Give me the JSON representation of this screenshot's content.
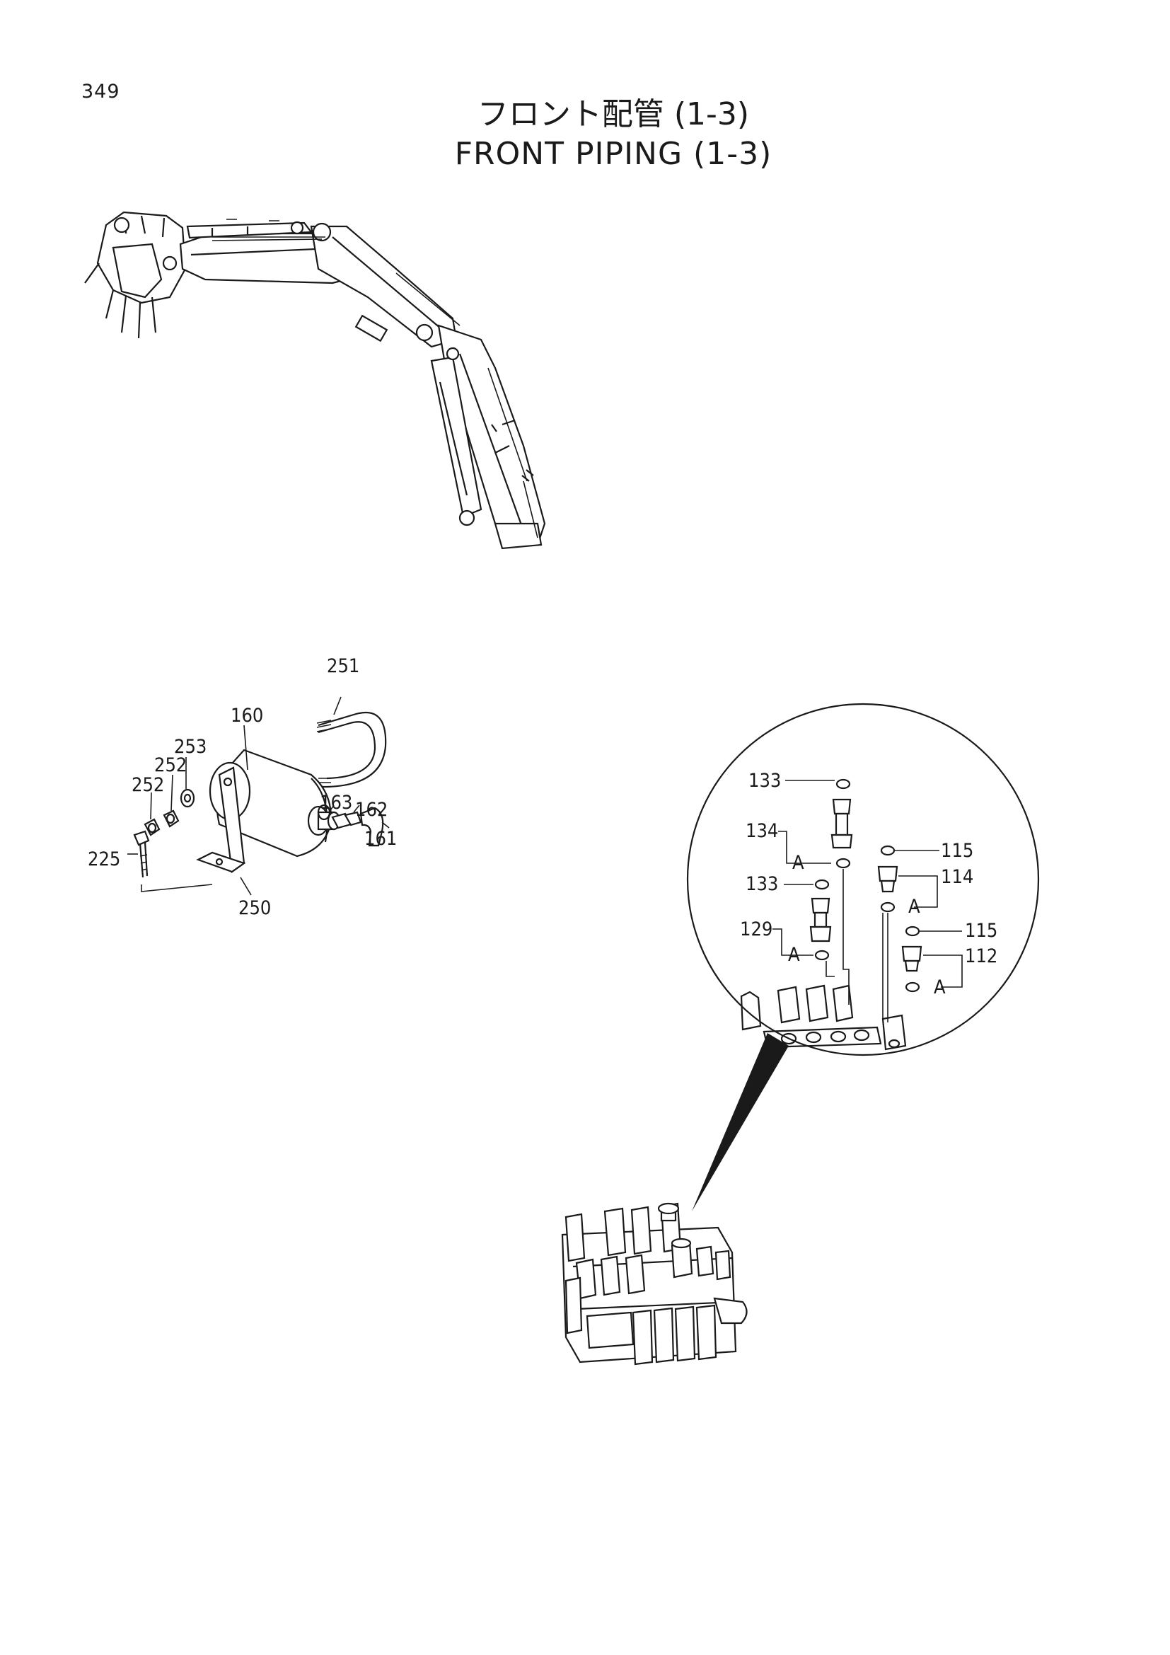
{
  "page": {
    "number": "349",
    "title_jp": "フロント配管 (1-3)",
    "title_en": "FRONT PIPING (1-3)"
  },
  "callouts": {
    "p251": "251",
    "p160": "160",
    "p253": "253",
    "p252a": "252",
    "p252b": "252",
    "p163": "163",
    "p162": "162",
    "p161": "161",
    "p225": "225",
    "p250": "250",
    "p133a": "133",
    "p134": "134",
    "pA1": "A",
    "p133b": "133",
    "p129": "129",
    "pA2": "A",
    "p115a": "115",
    "p114": "114",
    "pA3": "A",
    "p115b": "115",
    "p112": "112",
    "pA4": "A"
  }
}
